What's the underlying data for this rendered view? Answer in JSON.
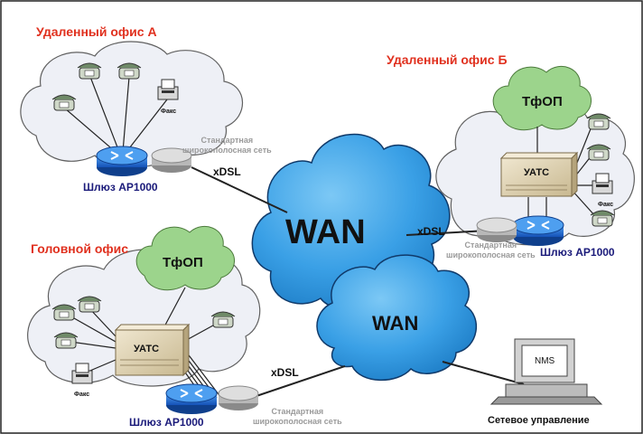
{
  "offices": {
    "remote_a": "Удаленный офис А",
    "remote_b": "Удаленный офис Б",
    "head": "Головной офис"
  },
  "gateway_label": "Шлюз AP1000",
  "broadband_label": "Стандартная широкополосная сеть",
  "broadband_line1": "Стандартная",
  "broadband_line2": "широкополосная сеть",
  "link_label": "xDSL",
  "wan_label": "WAN",
  "pstn_label": "ТфОП",
  "pbx_label": "УАТС",
  "fax_label": "Факс",
  "nms_screen": "NMS",
  "nms_caption": "Сетевое управление",
  "colors": {
    "office_title": "#e0301e",
    "gateway_text": "#1a1a7a",
    "wan_cloud": "#3aa0e6",
    "office_cloud": "#eef0f6",
    "pstn_cloud": "#9cd48c",
    "router": "#1f6fd6"
  }
}
